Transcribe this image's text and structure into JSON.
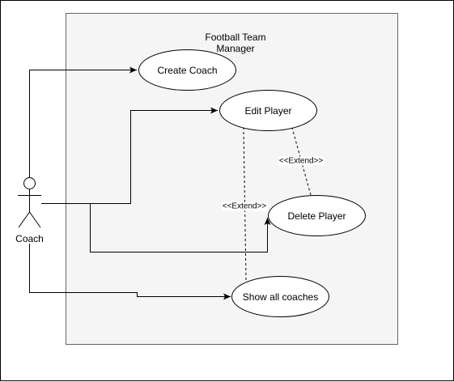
{
  "diagram": {
    "system": {
      "title_line1": "Football Team",
      "title_line2": "Manager"
    },
    "actor": {
      "label": "Coach"
    },
    "use_cases": {
      "create_coach": "Create Coach",
      "edit_player": "Edit Player",
      "delete_player": "Delete Player",
      "show_all_coaches": "Show all coaches"
    },
    "relations": {
      "extend_delete_edit": "<<Extend>>",
      "extend_show_edit": "<<Extend>>"
    }
  },
  "colors": {
    "line": "#000000",
    "system_fill": "#f5f5f5",
    "system_border": "#666666",
    "use_case_fill": "#ffffff"
  }
}
